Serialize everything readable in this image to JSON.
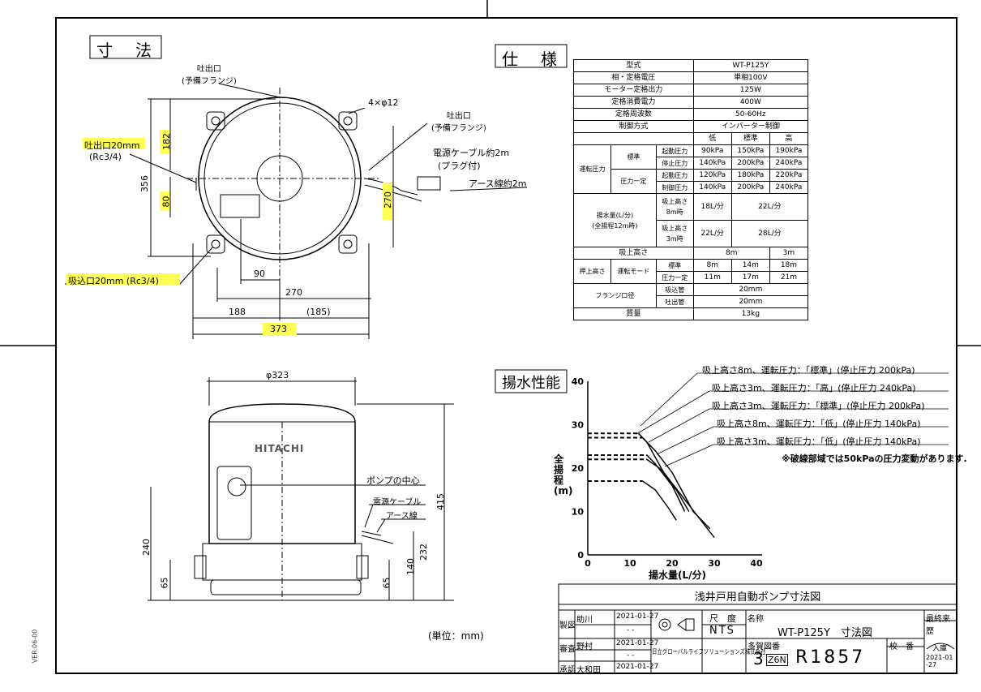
{
  "sections": {
    "dimensions": "寸　法",
    "spec": "仕　様",
    "performance": "揚水性能"
  },
  "dim": {
    "discharge_spare": "吐出口\n(予備フランジ)",
    "discharge_spare_top1": "吐出口",
    "discharge_spare_top2": "(予備フランジ)",
    "discharge_spare_right1": "吐出口",
    "discharge_spare_right2": "(予備フランジ)",
    "bolt": "4×φ12",
    "cable1": "電源ケーブル約2m",
    "cable2": "(プラグ付)",
    "earth": "アース線約2m",
    "discharge1": "吐出口20mm",
    "discharge2": "(Rc3/4)",
    "suction": "吸込口20mm (Rc3/4)",
    "d356": "356",
    "d182": "182",
    "d80": "80",
    "d270v": "270",
    "d90": "90",
    "d270": "270",
    "d188": "188",
    "d185": "(185)",
    "d373": "373",
    "d323": "φ323",
    "d415": "415",
    "d240": "240",
    "d65": "65",
    "d140": "140",
    "d232": "232",
    "d65b": "65",
    "brand": "HITACHI",
    "pump_center": "ポンプの中心",
    "cable_s": "電源ケーブル",
    "earth_s": "アース線",
    "unit": "(単位：mm)",
    "ver": "VER.06-00"
  },
  "spec_table": {
    "model_l": "型式",
    "model": "WT-P125Y",
    "phase_l": "相・定格電圧",
    "phase": "単相100V",
    "motor_l": "モーター定格出力",
    "motor": "125W",
    "power_l": "定格消費電力",
    "power": "400W",
    "freq_l": "定格周波数",
    "freq": "50-60Hz",
    "control_l": "制御方式",
    "control": "インバーター制御",
    "low": "低",
    "std": "標準",
    "high": "高",
    "op_pressure": "運転圧力",
    "standard": "標準",
    "constant": "圧力一定",
    "start_p": "起動圧力",
    "stop_p": "停止圧力",
    "start_p2": "起動圧力",
    "ctrl_p": "制御圧力",
    "r1": [
      "90kPa",
      "150kPa",
      "190kPa"
    ],
    "r2": [
      "140kPa",
      "200kPa",
      "240kPa"
    ],
    "r3": [
      "120kPa",
      "180kPa",
      "220kPa"
    ],
    "r4": [
      "140kPa",
      "200kPa",
      "240kPa"
    ],
    "flow_l": "揚水量(L/分)\n(全揚程12m時)",
    "flow_l1": "揚水量(L/分)",
    "flow_l2": "(全揚程12m時)",
    "h8": "吸上高さ\n8m時",
    "h8a": "吸上高さ",
    "h8b": "8m時",
    "h3a": "吸上高さ",
    "h3b": "3m時",
    "f8": [
      "18L/分",
      "22L/分"
    ],
    "f3": [
      "22L/分",
      "28L/分"
    ],
    "suction_h_l": "吸上高さ",
    "suction_h": [
      "8m",
      "3m"
    ],
    "push_l": "押上高さ",
    "mode_l": "運転モード",
    "p_std": [
      "8m",
      "14m",
      "18m"
    ],
    "p_const": [
      "11m",
      "17m",
      "21m"
    ],
    "flange_l": "フランジ口径",
    "in_l": "吸込管",
    "out_l": "吐出管",
    "flange_in": "20mm",
    "flange_out": "20mm",
    "mass_l": "質量",
    "mass": "13kg"
  },
  "chart_data": {
    "type": "line",
    "ylabel": "全揚程(m)",
    "xlabel": "揚水量(L/分)",
    "xlim": [
      0,
      40
    ],
    "ylim": [
      0,
      40
    ],
    "xticks": [
      "0",
      "10",
      "20",
      "30",
      "40"
    ],
    "yticks": [
      "0",
      "10",
      "20",
      "30",
      "40"
    ],
    "note": "※破線部域では50kPaの圧力変動があります.",
    "series": [
      {
        "name": "吸上高さ8m、運転圧力：「標準」(停止圧力 200kPa)",
        "x": [
          0,
          14,
          16,
          20,
          23
        ],
        "y": [
          23,
          23,
          21,
          16,
          10
        ]
      },
      {
        "name": "吸上高さ3m、運転圧力：「高」(停止圧力 240kPa)",
        "x": [
          0,
          12,
          14,
          18,
          26,
          30
        ],
        "y": [
          28,
          28,
          26,
          19,
          9,
          4
        ]
      },
      {
        "name": "吸上高さ3m、運転圧力：「標準」(停止圧力 200kPa)",
        "x": [
          0,
          13,
          16,
          20,
          25,
          29
        ],
        "y": [
          27,
          27,
          24,
          19,
          10,
          6
        ]
      },
      {
        "name": "吸上高さ8m、運転圧力：「低」(停止圧力 140kPa)",
        "x": [
          0,
          13,
          16,
          19,
          21
        ],
        "y": [
          17,
          17,
          15,
          11,
          8
        ]
      },
      {
        "name": "吸上高さ3m、運転圧力：「低」(停止圧力 140kPa)",
        "x": [
          0,
          14,
          17,
          21,
          24
        ],
        "y": [
          22,
          22,
          20,
          15,
          10
        ]
      }
    ]
  },
  "titleblock": {
    "title": "浅井戸用自動ポンプ寸法図",
    "made": "製図",
    "check": "審査",
    "approve": "承認",
    "n1": "助川",
    "n2": "野村",
    "n3": "大和田",
    "d1": "2021-01-27",
    "d2": "2021-01-27",
    "d3": "2021-01-27",
    "dash1": "- -",
    "dash2": "- -",
    "scale_l": "尺　度",
    "scale": "NTS",
    "name_l": "名称",
    "name": "WT-P125Y　寸法図",
    "last": "最終来歴",
    "company": "日立グローバルライフソリューションズ株式会社",
    "drawno_l": "多賀図番",
    "drawno_a": "3",
    "drawno_b": "Z6N",
    "drawno_c": "R1857",
    "rev_l": "校　番",
    "rec": "入庫",
    "rec_date": "2021-01-27"
  }
}
